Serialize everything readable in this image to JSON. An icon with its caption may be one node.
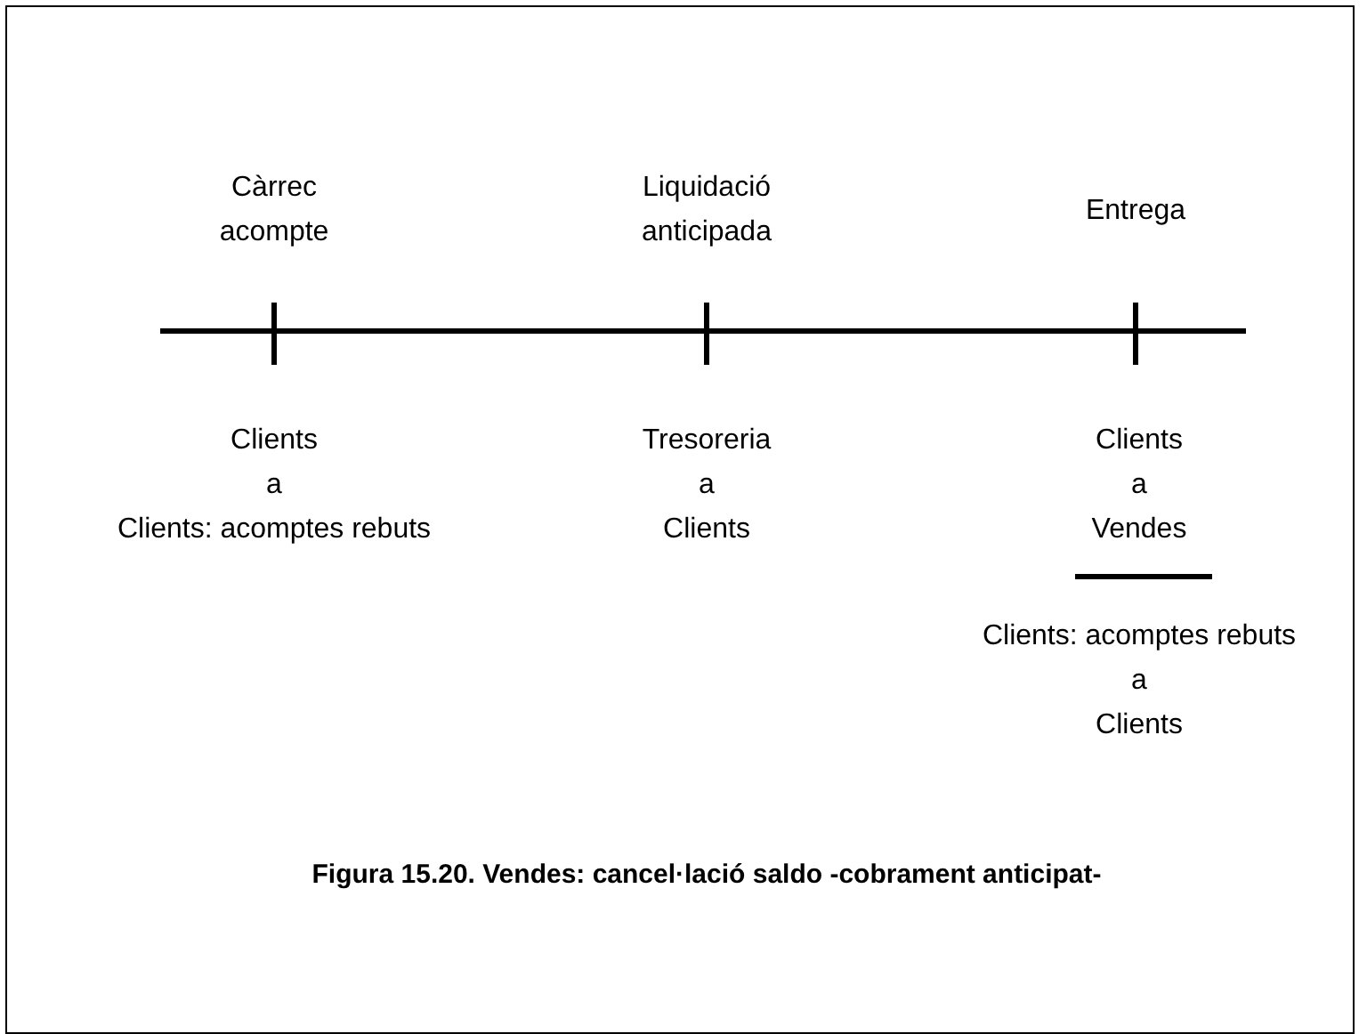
{
  "diagram": {
    "caption": "Figura 15.20. Vendes: cancel·lació saldo -cobrament anticipat-",
    "labels": [
      "Càrrec acompte",
      "Liquidació anticipada",
      "Entrega",
      "Clients a Clients: acomptes rebuts",
      "Tresoreria a Clients",
      "Clients a Vendes",
      "Clients: acomptes rebuts a Clients"
    ]
  }
}
